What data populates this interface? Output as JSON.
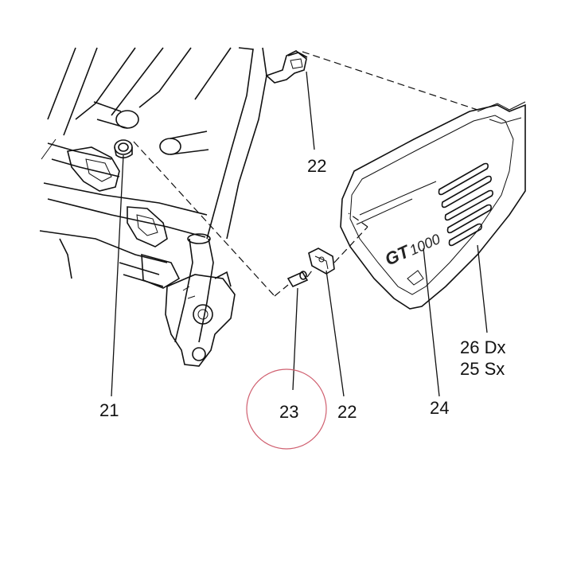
{
  "labels": {
    "p21": "21",
    "p22_top": "22",
    "p22_bottom": "22",
    "p23": "23",
    "p24": "24",
    "p26": "26 Dx",
    "p25": "25 Sx"
  },
  "logo": {
    "model_bold": "GT",
    "model_digits": "1000"
  },
  "colors": {
    "line": "#111111",
    "highlight_circle": "#d06070"
  }
}
